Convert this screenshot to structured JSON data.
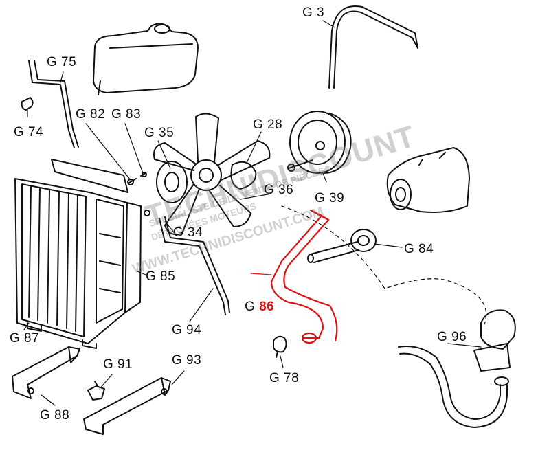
{
  "labels": {
    "g3": "G 3",
    "g75": "G 75",
    "g74": "G 74",
    "g82": "G 82",
    "g83": "G 83",
    "g35": "G 35",
    "g28": "G 28",
    "g36": "G 36",
    "g39": "G 39",
    "g34": "G 34",
    "g84": "G 84",
    "g85": "G 85",
    "g86_prefix": "G",
    "g86_num": "86",
    "g87": "G 87",
    "g94": "G 94",
    "g96": "G 96",
    "g78": "G 78",
    "g91": "G 91",
    "g93": "G 93",
    "g88": "G 88"
  },
  "watermark": {
    "brand": "TECHNIDISCOUNT",
    "line1": "SPÉCIALISTE DE LA VENTE DE PIÈCES",
    "line2": "DÉTACHÉES MOTEURS",
    "url": "WWW.TECHNIDISCOUNT.COM"
  },
  "colors": {
    "highlight": "#dd1111",
    "ink": "#111111"
  }
}
